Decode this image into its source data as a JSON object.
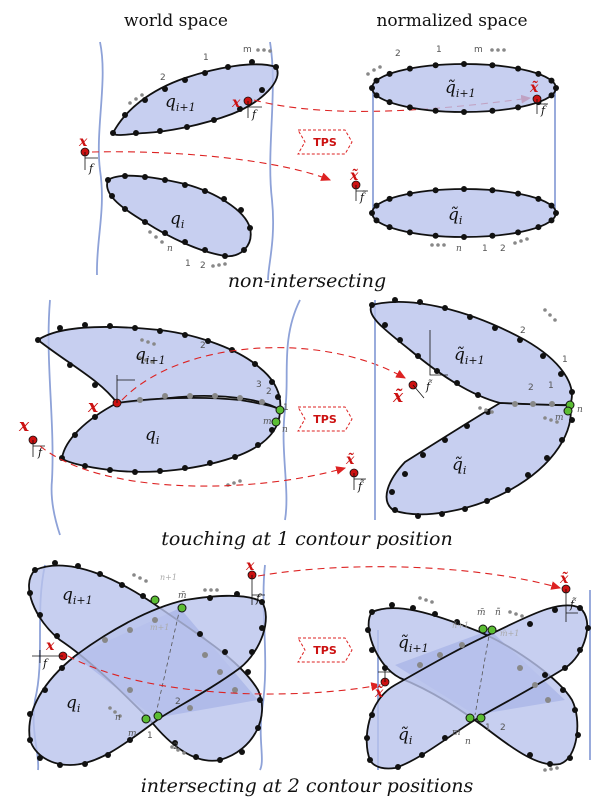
{
  "headers": {
    "world": "world space",
    "normalized": "normalized space"
  },
  "captions": {
    "row1": "non-intersecting",
    "row2": "touching at 1 contour position",
    "row3": "intersecting at 2 contour positions"
  },
  "tps_label": "TPS",
  "labels": {
    "q": "q",
    "q_next_sub": "i+1",
    "q_sub": "i",
    "x": "x",
    "x_tilde": "x̃",
    "f": "f",
    "f_tilde": "f̃",
    "q_tilde": "q̃"
  },
  "index_labels": {
    "one": "1",
    "two": "2",
    "m": "m",
    "n": "n",
    "m_tilde": "m̃",
    "n_tilde": "ñ",
    "n_plus_1": "n+1",
    "m_plus_1": "m+1",
    "n_tilde_plus_1": "ñ+1",
    "m_tilde_plus_1": "m̃+1",
    "three": "3"
  },
  "colors": {
    "contour_fill": "#b9c3ec",
    "overlap_fill": "#8e9bdc",
    "surface_line": "#8ea2d8",
    "point_red": "#cc1111",
    "point_green": "#5bbd33"
  }
}
